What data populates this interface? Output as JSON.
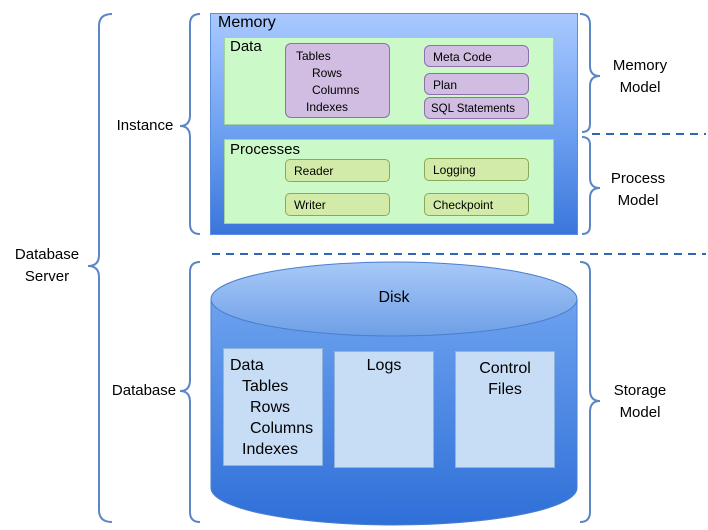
{
  "left": {
    "database_server": [
      "Database",
      "Server"
    ],
    "instance": "Instance",
    "database": "Database"
  },
  "right": {
    "memory_model": [
      "Memory",
      "Model"
    ],
    "process_model": [
      "Process",
      "Model"
    ],
    "storage_model": [
      "Storage",
      "Model"
    ]
  },
  "memory": {
    "title": "Memory",
    "data_title": "Data",
    "data_items": [
      "Tables",
      "Rows",
      "Columns",
      "Indexes"
    ],
    "meta_code": "Meta Code",
    "plan": "Plan",
    "sql_statements": "SQL Statements",
    "processes_title": "Processes",
    "reader": "Reader",
    "logging": "Logging",
    "writer": "Writer",
    "checkpoint": "Checkpoint"
  },
  "disk": {
    "title": "Disk",
    "data_items": [
      "Data",
      "Tables",
      "Rows",
      "Columns",
      "Indexes"
    ],
    "logs": "Logs",
    "control_files": [
      "Control",
      "Files"
    ]
  },
  "colors": {
    "memory_blue": "#6c9ff0",
    "green": "#ccf9c8",
    "purple": "#d1bde2",
    "disk_blue": "#3b76dc"
  }
}
